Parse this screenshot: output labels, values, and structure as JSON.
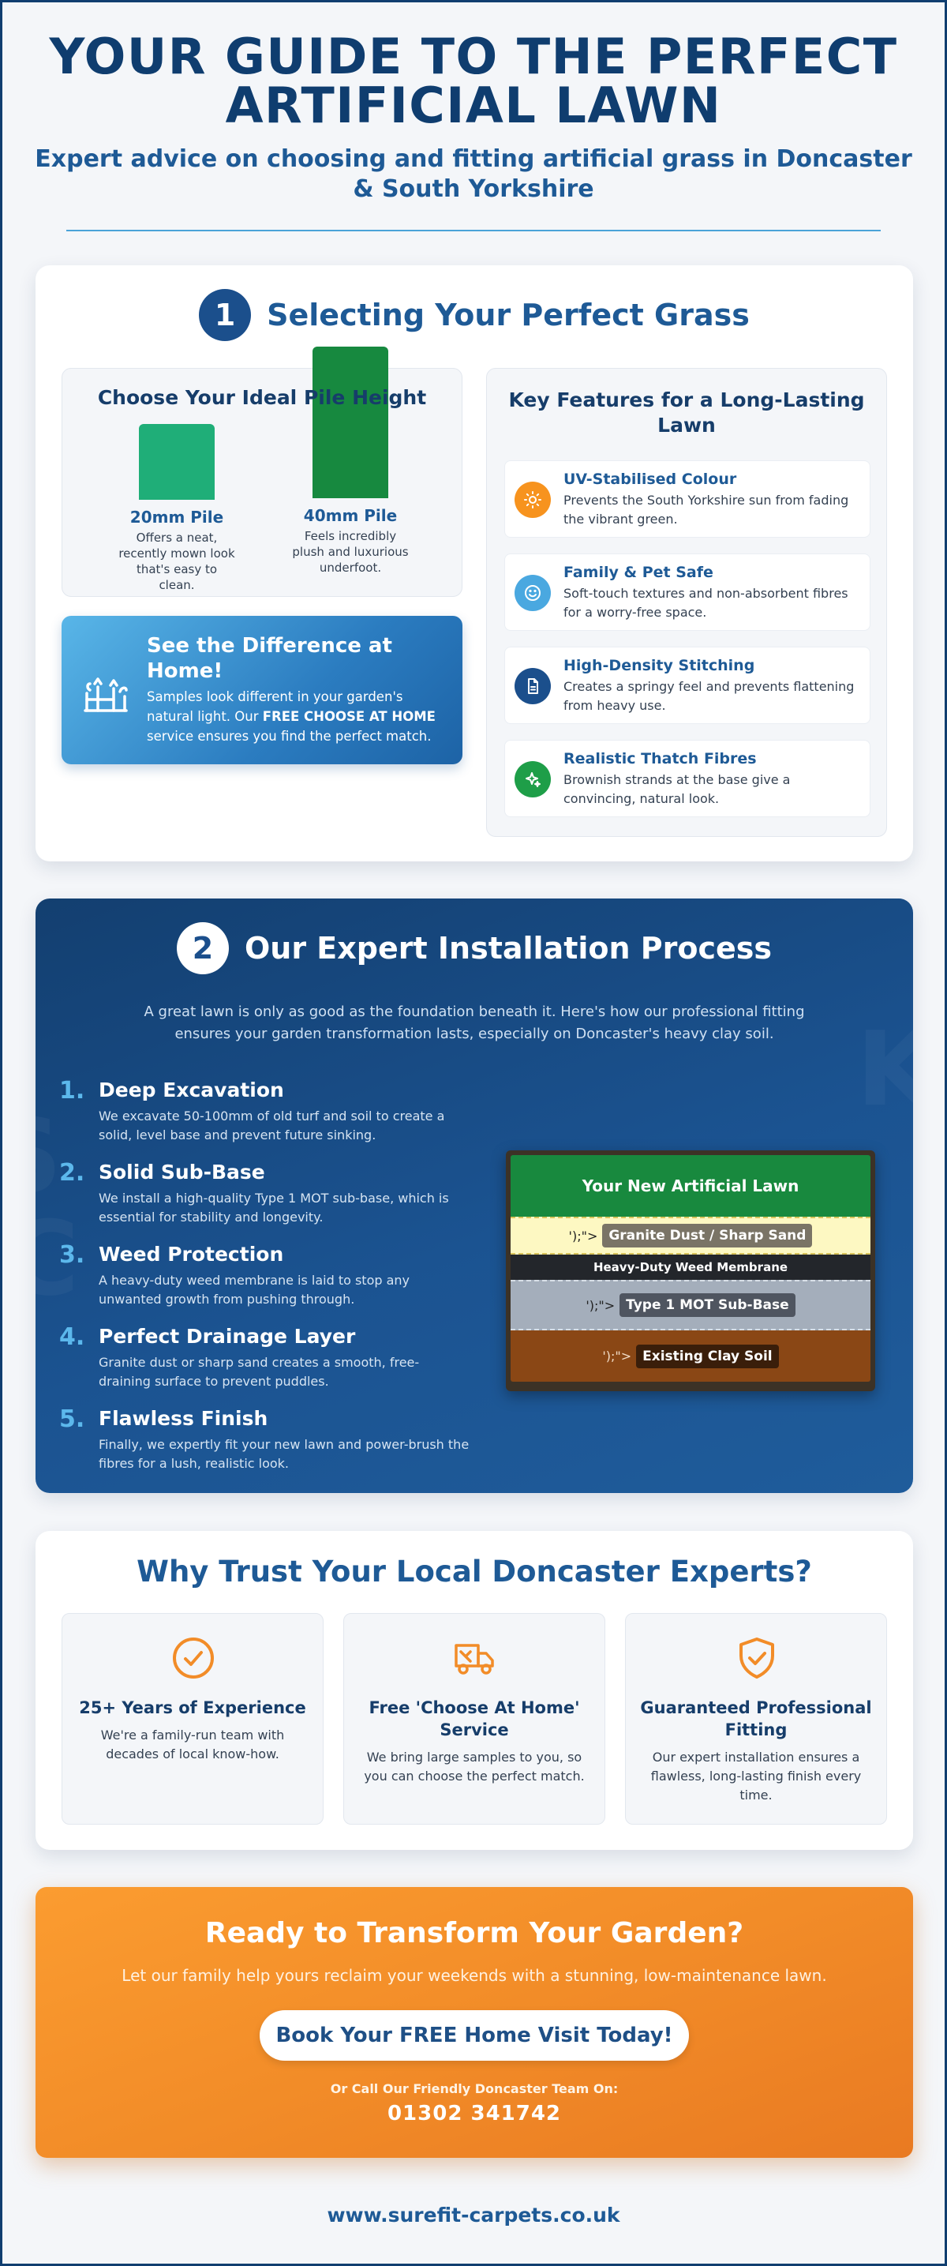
{
  "header": {
    "title_line1": "YOUR GUIDE TO THE PERFECT",
    "title_line2": "ARTIFICIAL LAWN",
    "subtitle": "Expert advice on choosing and fitting artificial grass in Doncaster & South Yorkshire"
  },
  "section1": {
    "number": "1",
    "title": "Selecting Your Perfect Grass",
    "pile": {
      "title": "Choose Your Ideal Pile Height",
      "options": [
        {
          "label": "20mm Pile",
          "description": "Offers a neat, recently mown look that's easy to clean.",
          "height_mm": 20,
          "color": "#1fae78"
        },
        {
          "label": "40mm Pile",
          "description": "Feels incredibly plush and luxurious underfoot.",
          "height_mm": 40,
          "color": "#17893f"
        }
      ]
    },
    "difference": {
      "title": "See the Difference at Home!",
      "text_before": "Samples look different in your garden's natural light. Our ",
      "text_bold": "FREE CHOOSE AT HOME",
      "text_after": " service ensures you find the perfect match.",
      "icon": "garden-fence-icon"
    },
    "features": {
      "title": "Key Features for a Long-Lasting Lawn",
      "items": [
        {
          "title": "UV-Stabilised Colour",
          "text": "Prevents the South Yorkshire sun from fading the vibrant green.",
          "icon": "sun-icon",
          "color": "#f7931e"
        },
        {
          "title": "Family & Pet Safe",
          "text": "Soft-touch textures and non-absorbent fibres for a worry-free space.",
          "icon": "smile-icon",
          "color": "#4aa8e0"
        },
        {
          "title": "High-Density Stitching",
          "text": "Creates a springy feel and prevents flattening from heavy use.",
          "icon": "document-icon",
          "color": "#1b4f8c"
        },
        {
          "title": "Realistic Thatch Fibres",
          "text": "Brownish strands at the base give a convincing, natural look.",
          "icon": "sparkle-icon",
          "color": "#1e9e48"
        }
      ]
    }
  },
  "section2": {
    "number": "2",
    "title": "Our Expert Installation Process",
    "intro": "A great lawn is only as good as the foundation beneath it. Here's how our professional fitting ensures your garden transformation lasts, especially on Doncaster's heavy clay soil.",
    "steps": [
      {
        "num": "1.",
        "title": "Deep Excavation",
        "text": "We excavate 50-100mm of old turf and soil to create a solid, level base and prevent future sinking."
      },
      {
        "num": "2.",
        "title": "Solid Sub-Base",
        "text": "We install a high-quality Type 1 MOT sub-base, which is essential for stability and longevity."
      },
      {
        "num": "3.",
        "title": "Weed Protection",
        "text": "A heavy-duty weed membrane is laid to stop any unwanted growth from pushing through."
      },
      {
        "num": "4.",
        "title": "Perfect Drainage Layer",
        "text": "Granite dust or sharp sand creates a smooth, free-draining surface to prevent puddles."
      },
      {
        "num": "5.",
        "title": "Flawless Finish",
        "text": "Finally, we expertly fit your new lawn and power-brush the fibres for a lush, realistic look."
      }
    ],
    "layers": {
      "lawn": "Your New Artificial Lawn",
      "sand": "Granite Dust / Sharp Sand",
      "membrane": "Heavy-Duty Weed Membrane",
      "subbase": "Type 1 MOT Sub-Base",
      "clay": "Existing Clay Soil",
      "stray_markup": "');\">",
      "stray_markup_short": "');\">"
    }
  },
  "section3": {
    "title": "Why Trust Your Local Doncaster Experts?",
    "items": [
      {
        "title": "25+ Years of Experience",
        "text": "We're a family-run team with decades of local know-how.",
        "icon": "check-circle-icon"
      },
      {
        "title": "Free 'Choose At Home' Service",
        "text": "We bring large samples to you, so you can choose the perfect match.",
        "icon": "delivery-truck-icon"
      },
      {
        "title": "Guaranteed Professional Fitting",
        "text": "Our expert installation ensures a flawless, long-lasting finish every time.",
        "icon": "shield-check-icon"
      }
    ]
  },
  "cta": {
    "title": "Ready to Transform Your Garden?",
    "subtitle": "Let our family help yours reclaim your weekends with a stunning, low-maintenance lawn.",
    "button": "Book Your FREE Home Visit Today!",
    "call_label": "Or Call Our Friendly Doncaster Team On:",
    "phone": "01302 341742"
  },
  "footer": {
    "url": "www.surefit-carpets.co.uk"
  },
  "colors": {
    "navy": "#0f3d6f",
    "blue": "#1e5a96",
    "orange": "#f28c28",
    "green": "#17893f"
  }
}
